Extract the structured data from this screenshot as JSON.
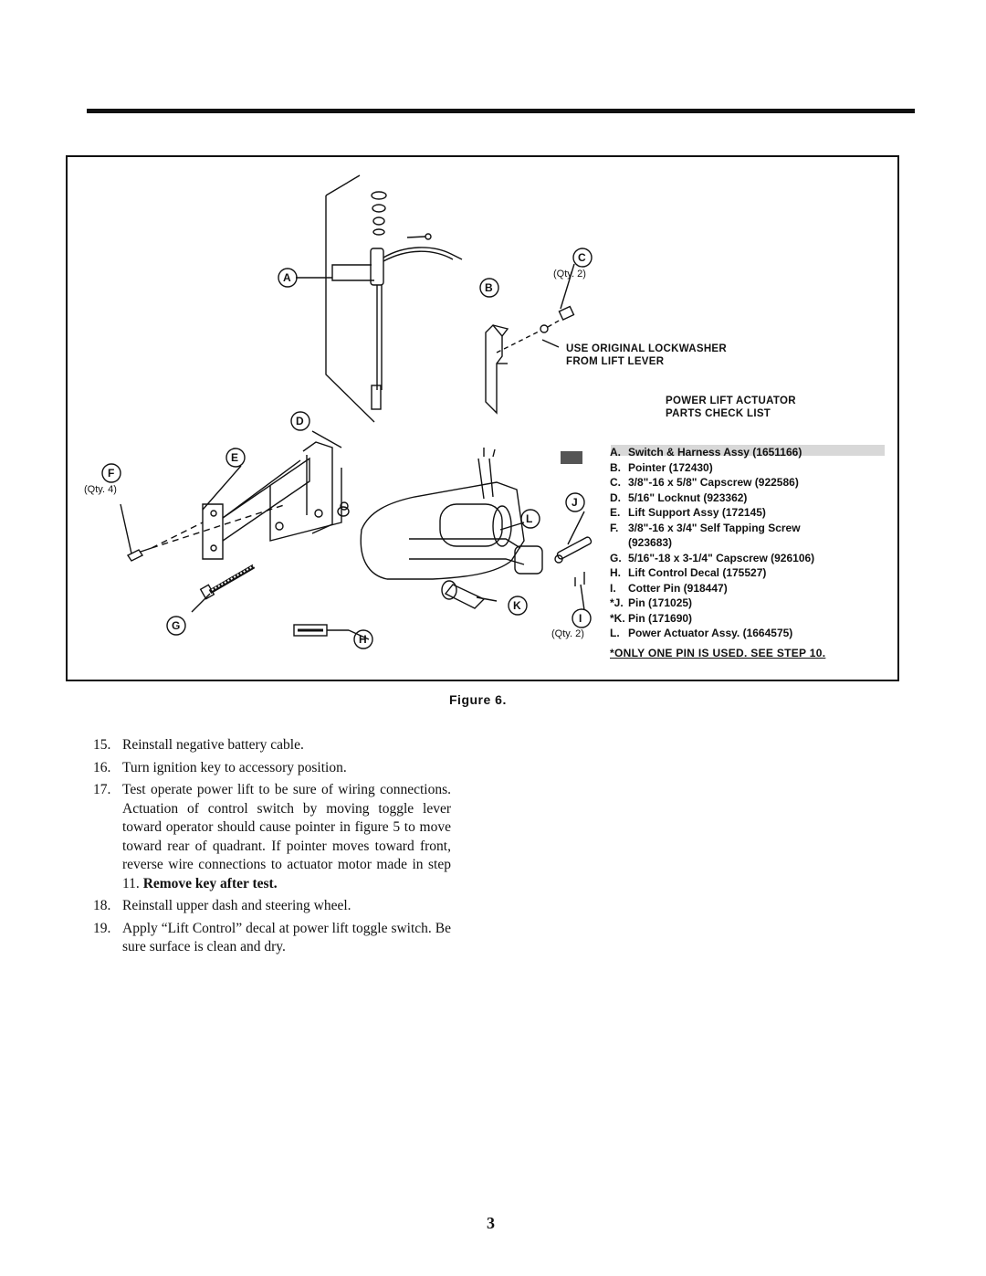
{
  "figure": {
    "caption": "Figure 6.",
    "callouts": [
      "A",
      "B",
      "C",
      "D",
      "E",
      "F",
      "G",
      "H",
      "I",
      "J",
      "K",
      "L"
    ],
    "qty_c": "(Qty. 2)",
    "qty_f": "(Qty. 4)",
    "qty_i": "(Qty. 2)",
    "lockwasher_note_1": "USE ORIGINAL LOCKWASHER",
    "lockwasher_note_2": "FROM LIFT LEVER",
    "parts_title_1": "POWER LIFT ACTUATOR",
    "parts_title_2": "PARTS CHECK LIST",
    "parts": [
      {
        "key": "A.",
        "label": "Switch & Harness Assy (1651166)"
      },
      {
        "key": "B.",
        "label": "Pointer (172430)"
      },
      {
        "key": "C.",
        "label": "3/8\"-16 x 5/8\" Capscrew (922586)"
      },
      {
        "key": "D.",
        "label": "5/16\" Locknut (923362)"
      },
      {
        "key": "E.",
        "label": "Lift Support Assy (172145)"
      },
      {
        "key": "F.",
        "label": "3/8\"-16 x 3/4\" Self Tapping Screw"
      },
      {
        "key": "",
        "label": "(923683)"
      },
      {
        "key": "G.",
        "label": "5/16\"-18 x 3-1/4\" Capscrew (926106)"
      },
      {
        "key": "H.",
        "label": "Lift Control Decal (175527)"
      },
      {
        "key": "I.",
        "label": "Cotter Pin (918447)"
      },
      {
        "key": "*J.",
        "label": "Pin (171025)"
      },
      {
        "key": "*K.",
        "label": "Pin (171690)"
      },
      {
        "key": "L.",
        "label": "Power Actuator Assy. (1664575)"
      }
    ],
    "footnote": "*ONLY ONE PIN IS USED. SEE STEP 10."
  },
  "steps": [
    {
      "num": "15.",
      "text": "Reinstall negative battery cable."
    },
    {
      "num": "16.",
      "text": "Turn ignition key to accessory position."
    },
    {
      "num": "17.",
      "text": "Test operate power lift to be sure of wiring connections. Actuation of control switch by moving toggle lever toward operator should cause pointer in figure 5 to move toward rear of quadrant. If pointer moves toward front, reverse wire connections to actuator motor made in step 11.",
      "bold": "Remove key after test."
    },
    {
      "num": "18.",
      "text": "Reinstall upper dash and steering wheel."
    },
    {
      "num": "19.",
      "text": "Apply “Lift Control” decal at power lift toggle switch. Be sure surface is clean and dry."
    }
  ],
  "page_number": "3"
}
